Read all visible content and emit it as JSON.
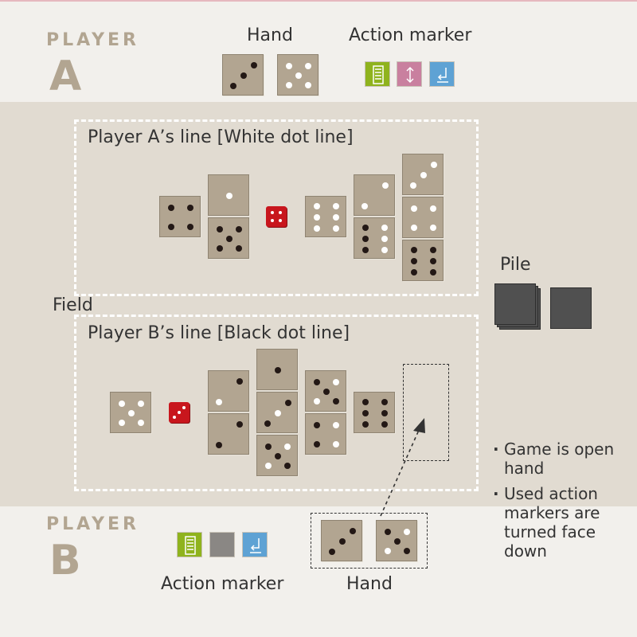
{
  "player_a": {
    "word": "PLAYER",
    "letter": "A",
    "hand_label": "Hand",
    "action_label": "Action marker",
    "hand_dice": [
      {
        "value": 3,
        "pip": "black"
      },
      {
        "value": 5,
        "pip": "white"
      }
    ],
    "action_markers": [
      {
        "icon": "stack-lines-icon",
        "color": "#8fb31d"
      },
      {
        "icon": "up-down-arrow-icon",
        "color": "#c9809f"
      },
      {
        "icon": "return-arrow-icon",
        "color": "#5ea2d4"
      }
    ]
  },
  "field": {
    "label": "Field",
    "line_a": {
      "title": "Player A’s line  [White dot line]",
      "red_die_value": 4,
      "dice": [
        {
          "value": 4,
          "pip": "black"
        },
        {
          "value": 1,
          "pip": "white"
        },
        {
          "value": 5,
          "pip": "black"
        },
        {
          "value": 6,
          "pip": "white"
        },
        {
          "value": 2,
          "pip": "white"
        },
        {
          "value": 6,
          "pip": "mixed"
        },
        {
          "value": 3,
          "pip": "white"
        },
        {
          "value": 4,
          "pip": "white"
        },
        {
          "value": 6,
          "pip": "black"
        }
      ]
    },
    "line_b": {
      "title": "Player B’s line  [Black dot line]",
      "red_die_value": 3,
      "dice": [
        {
          "value": 5,
          "pip": "white"
        },
        {
          "value": 2,
          "pip": "mixed"
        },
        {
          "value": 2,
          "pip": "black"
        },
        {
          "value": 1,
          "pip": "black"
        },
        {
          "value": 3,
          "pip": "mixed"
        },
        {
          "value": 5,
          "pip": "mixed"
        },
        {
          "value": 5,
          "pip": "mixed"
        },
        {
          "value": 4,
          "pip": "mixed"
        },
        {
          "value": 6,
          "pip": "black"
        }
      ]
    }
  },
  "pile": {
    "label": "Pile",
    "card_color": "#505050"
  },
  "player_b": {
    "word": "PLAYER",
    "letter": "B",
    "hand_label": "Hand",
    "action_label": "Action marker",
    "hand_dice": [
      {
        "value": 3,
        "pip": "black"
      },
      {
        "value": 5,
        "pip": "mixed"
      }
    ],
    "action_markers": [
      {
        "icon": "stack-lines-icon",
        "color": "#8fb31d"
      },
      {
        "icon": "face-down-marker",
        "color": "#8a8784"
      },
      {
        "icon": "return-arrow-icon",
        "color": "#5ea2d4"
      }
    ]
  },
  "notes": [
    "Game is open hand",
    "Used action markers are turned face down"
  ],
  "colors": {
    "background": "#f2f0ec",
    "field_band": "#e1dbd1",
    "die_face": "#b2a591",
    "red_die": "#c8161d",
    "player_label": "#b2a591"
  }
}
